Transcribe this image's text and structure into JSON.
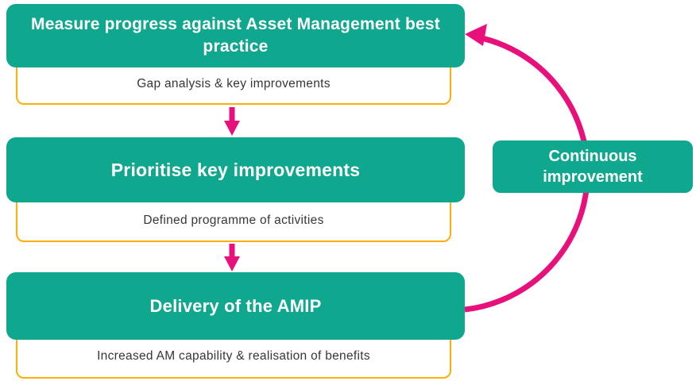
{
  "colors": {
    "teal": "#10A78F",
    "pink": "#E8117C",
    "orange": "#FFAE0A",
    "dark": "#363636",
    "white": "#FFFFFF"
  },
  "flow": {
    "steps": [
      {
        "title": "Measure progress against Asset Management best practice",
        "outcome": "Gap analysis & key improvements"
      },
      {
        "title": "Prioritise key improvements",
        "outcome": "Defined programme of activities"
      },
      {
        "title": "Delivery of the AMIP",
        "outcome": "Increased AM capability & realisation of benefits"
      }
    ],
    "cycle_label": "Continuous improvement"
  }
}
